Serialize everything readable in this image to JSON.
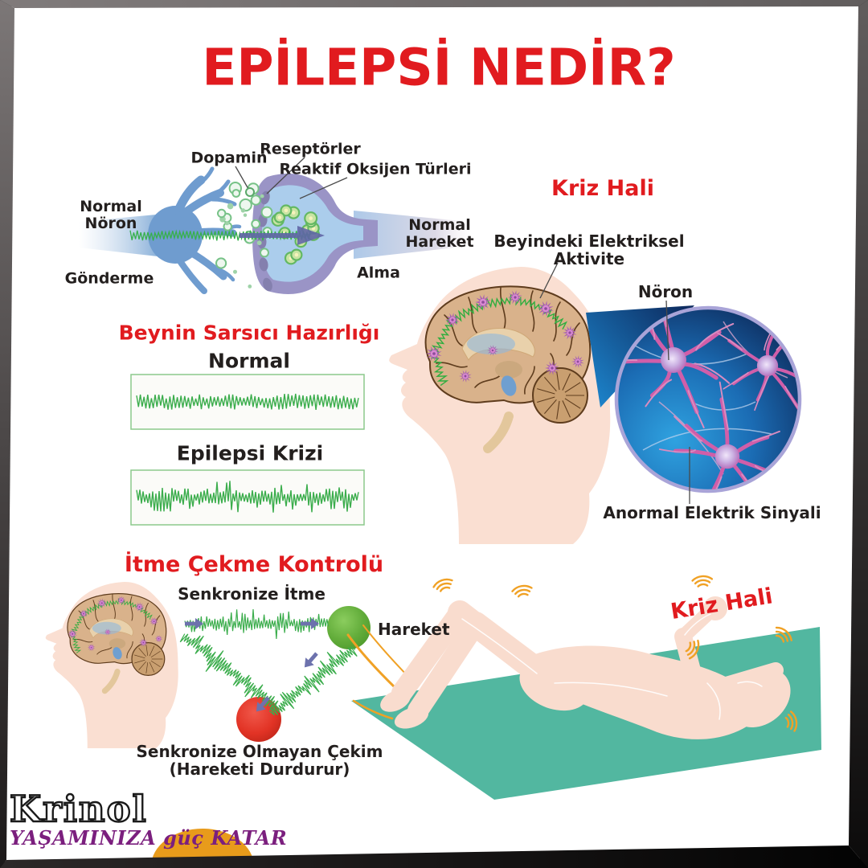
{
  "title": "EPİLEPSİ NEDİR?",
  "synapse": {
    "dopamine": "Dopamin",
    "receptors": "Reseptörler",
    "reactive_oxygen": "Reaktif Oksijen Türleri",
    "normal_neuron": "Normal Nöron",
    "sending": "Gönderme",
    "normal_movement": "Normal Hareket",
    "receiving": "Alma"
  },
  "eeg": {
    "section_title": "Beynin Sarsıcı Hazırlığı",
    "normal_label": "Normal",
    "seizure_label": "Epilepsi Krizi"
  },
  "brain": {
    "crisis_label": "Kriz Hali",
    "electrical_activity": "Beyindeki Elektriksel Aktivite",
    "neuron_label": "Nöron",
    "abnormal_signal": "Anormal Elektrik Sinyali"
  },
  "push_pull": {
    "section_title": "İtme Çekme Kontrolü",
    "sync_push": "Senkronize İtme",
    "movement": "Hareket",
    "async_pull": "Senkronize Olmayan Çekim",
    "async_pull_note": "(Hareketi Durdurur)"
  },
  "seizure": {
    "crisis_label": "Kriz Hali"
  },
  "logo": {
    "brand": "Krinol",
    "tagline": "YAŞAMINIZA güç KATAR"
  },
  "colors": {
    "accent_red": "#e11b1f",
    "wave_green": "#3bad4c",
    "mat_teal": "#52b7a0",
    "skin": "#f9dcce",
    "brain_tan": "#d9b28b",
    "magnifier_navy": "#0a1c48",
    "neuron_pink": "#d05ea9",
    "arrow_purple": "#6d72ad",
    "logo_purple": "#7b1f7e",
    "logo_orange": "#e89b1b",
    "frame_dark": "#161313"
  }
}
